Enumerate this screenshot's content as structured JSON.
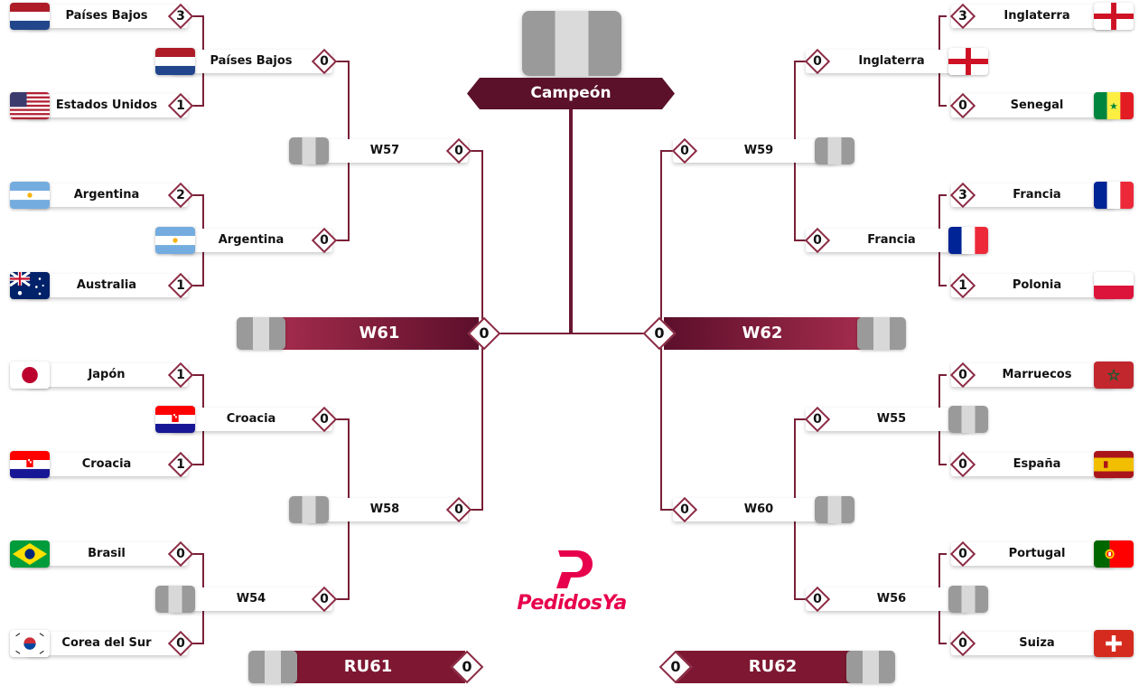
{
  "colors": {
    "accent": "#8b2a43",
    "line": "#7a2038",
    "dark": "#5c0f2b",
    "brand": "#e7004c"
  },
  "champion": {
    "label": "Campeón"
  },
  "brand": {
    "name": "PedidosYa"
  },
  "r16": [
    {
      "name": "Países Bajos",
      "score": "3",
      "flag": "netherlands"
    },
    {
      "name": "Estados Unidos",
      "score": "1",
      "flag": "usa"
    },
    {
      "name": "Argentina",
      "score": "2",
      "flag": "argentina"
    },
    {
      "name": "Australia",
      "score": "1",
      "flag": "australia"
    },
    {
      "name": "Japón",
      "score": "1",
      "flag": "japan"
    },
    {
      "name": "Croacia",
      "score": "1",
      "flag": "croatia"
    },
    {
      "name": "Brasil",
      "score": "0",
      "flag": "brazil"
    },
    {
      "name": "Corea del Sur",
      "score": "0",
      "flag": "korea"
    },
    {
      "name": "Inglaterra",
      "score": "3",
      "flag": "england"
    },
    {
      "name": "Senegal",
      "score": "0",
      "flag": "senegal"
    },
    {
      "name": "Francia",
      "score": "3",
      "flag": "france"
    },
    {
      "name": "Polonia",
      "score": "1",
      "flag": "poland"
    },
    {
      "name": "Marruecos",
      "score": "0",
      "flag": "morocco"
    },
    {
      "name": "España",
      "score": "0",
      "flag": "spain"
    },
    {
      "name": "Portugal",
      "score": "0",
      "flag": "portugal"
    },
    {
      "name": "Suiza",
      "score": "0",
      "flag": "switzerland"
    }
  ],
  "qf": [
    {
      "name": "Países Bajos",
      "score": "0",
      "flag": "netherlands"
    },
    {
      "name": "Argentina",
      "score": "0",
      "flag": "argentina"
    },
    {
      "name": "Croacia",
      "score": "0",
      "flag": "croatia"
    },
    {
      "name": "W54",
      "score": "0",
      "flag": "placeholder"
    },
    {
      "name": "Inglaterra",
      "score": "0",
      "flag": "england"
    },
    {
      "name": "Francia",
      "score": "0",
      "flag": "france"
    },
    {
      "name": "W55",
      "score": "0",
      "flag": "placeholder"
    },
    {
      "name": "W56",
      "score": "0",
      "flag": "placeholder"
    }
  ],
  "sf": [
    {
      "name": "W57",
      "score": "0"
    },
    {
      "name": "W58",
      "score": "0"
    },
    {
      "name": "W59",
      "score": "0"
    },
    {
      "name": "W60",
      "score": "0"
    }
  ],
  "final": [
    {
      "name": "W61",
      "score": "0"
    },
    {
      "name": "W62",
      "score": "0"
    }
  ],
  "third_place": [
    {
      "name": "RU61",
      "score": "0"
    },
    {
      "name": "RU62",
      "score": "0"
    }
  ]
}
